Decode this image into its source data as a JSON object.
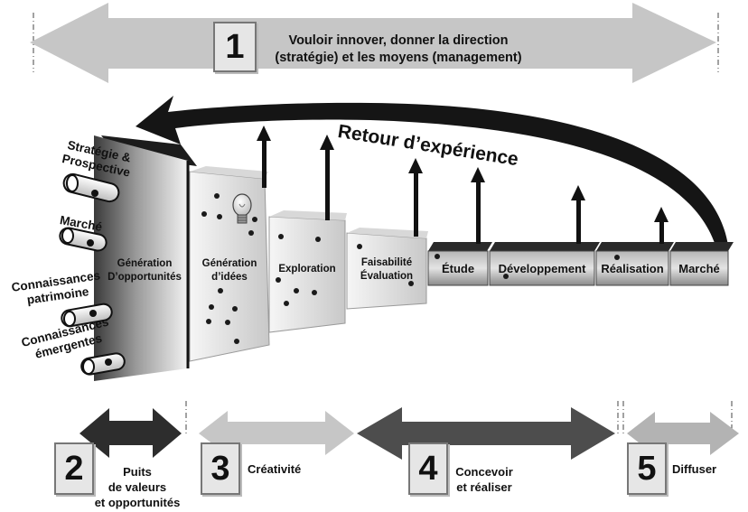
{
  "strategy": {
    "number": "1",
    "text": "Vouloir innover, donner la direction\n(stratégie) et les moyens (management)"
  },
  "feedback": {
    "label": "Retour d’expérience"
  },
  "sources": [
    {
      "label": "Stratégie &\nProspective"
    },
    {
      "label": "Marché"
    },
    {
      "label": "Connaissances\npatrimoine"
    },
    {
      "label": "Connaissances\némergentes"
    }
  ],
  "stages": [
    {
      "label": "Génération\nD’opportunités"
    },
    {
      "label": "Génération\nd’idées"
    },
    {
      "label": "Exploration"
    },
    {
      "label": "Faisabilité\nÉvaluation"
    },
    {
      "label": "Étude"
    },
    {
      "label": "Développement"
    },
    {
      "label": "Réalisation"
    },
    {
      "label": "Marché"
    }
  ],
  "phases": [
    {
      "number": "2",
      "label": "Puits\nde valeurs\net opportunités"
    },
    {
      "number": "3",
      "label": "Créativité"
    },
    {
      "number": "4",
      "label": "Concevoir\net réaliser"
    },
    {
      "number": "5",
      "label": "Diffuser"
    }
  ]
}
